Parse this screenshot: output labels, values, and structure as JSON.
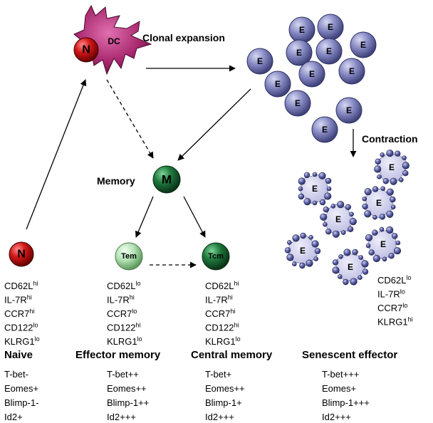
{
  "cells": {
    "naive": "N",
    "dendritic_cell": "DC",
    "dc_naive": "N",
    "memory": "M",
    "effector_memory": "Tem",
    "central_memory": "Tcm",
    "effector": "E"
  },
  "processes": {
    "clonal_expansion": "Clonal expansion",
    "contraction": "Contraction",
    "memory": "Memory"
  },
  "columns": [
    {
      "id": "naive",
      "markers": [
        {
          "name": "CD62L",
          "level": "hi"
        },
        {
          "name": "IL-7R",
          "level": "hi"
        },
        {
          "name": "CCR7",
          "level": "hi"
        },
        {
          "name": "CD122",
          "level": "lo"
        },
        {
          "name": "KLRG1",
          "level": "lo"
        }
      ],
      "title": "Naive",
      "factors": [
        "T-bet-",
        "Eomes+",
        "Blimp-1-",
        "Id2+"
      ]
    },
    {
      "id": "effector_memory",
      "markers": [
        {
          "name": "CD62L",
          "level": "lo"
        },
        {
          "name": "IL-7R",
          "level": "hi"
        },
        {
          "name": "CCR7",
          "level": "lo"
        },
        {
          "name": "CD122",
          "level": "hi"
        },
        {
          "name": "KLRG1",
          "level": "lo"
        }
      ],
      "title": "Effector memory",
      "factors": [
        "T-bet++",
        "Eomes++",
        "Blimp-1++",
        "Id2+++"
      ]
    },
    {
      "id": "central_memory",
      "markers": [
        {
          "name": "CD62L",
          "level": "hi"
        },
        {
          "name": "IL-7R",
          "level": "hi"
        },
        {
          "name": "CCR7",
          "level": "hi"
        },
        {
          "name": "CD122",
          "level": "hi"
        },
        {
          "name": "KLRG1",
          "level": "lo"
        }
      ],
      "title": "Central memory",
      "factors": [
        "T-bet+",
        "Eomes++",
        "Blimp-1+",
        "Id2+++"
      ]
    },
    {
      "id": "senescent_effector",
      "markers": [
        {
          "name": "CD62L",
          "level": "lo"
        },
        {
          "name": "IL-7R",
          "level": "lo"
        },
        {
          "name": "CCR7",
          "level": "lo"
        },
        {
          "name": "KLRG1",
          "level": "hi"
        }
      ],
      "title": "Senescent effector",
      "factors": [
        "T-bet+++",
        "Eomes+",
        "Blimp-1+++",
        "Id2+++"
      ]
    }
  ],
  "colors": {
    "naive": "#cc1111",
    "memory": "#1f6b3a",
    "effector_memory": "#a8d8a8",
    "central_memory": "#2d7a45",
    "effector": "#7b7fb6",
    "senescent": "#c8c8e8",
    "dendritic_cell": "#a8286e"
  }
}
